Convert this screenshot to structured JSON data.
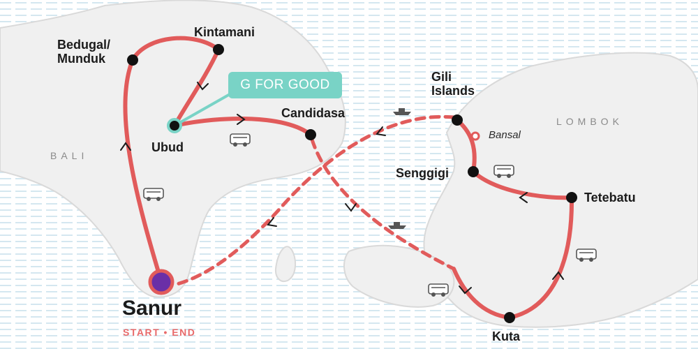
{
  "map": {
    "regions": {
      "bali": "BALI",
      "lombok": "LOMBOK"
    },
    "badge": "G FOR GOOD",
    "origin": {
      "name": "Sanur",
      "subtitle": "START • END"
    },
    "stops": {
      "bedugul": "Bedugal/\nMunduk",
      "kintamani": "Kintamani",
      "ubud": "Ubud",
      "candidasa": "Candidasa",
      "gili": "Gili\nIslands",
      "bansal": "Bansal",
      "senggigi": "Senggigi",
      "tetebatu": "Tetebatu",
      "kuta": "Kuta"
    },
    "colors": {
      "route": "#e15b5b",
      "land": "#f0f0f0",
      "water_lines": "#cfe4ee",
      "stop": "#111111",
      "origin": "#6a2fa7",
      "badge": "#79d3c6"
    },
    "legend_icons": [
      "bus-icon",
      "boat-icon",
      "direction-arrow-icon"
    ]
  }
}
